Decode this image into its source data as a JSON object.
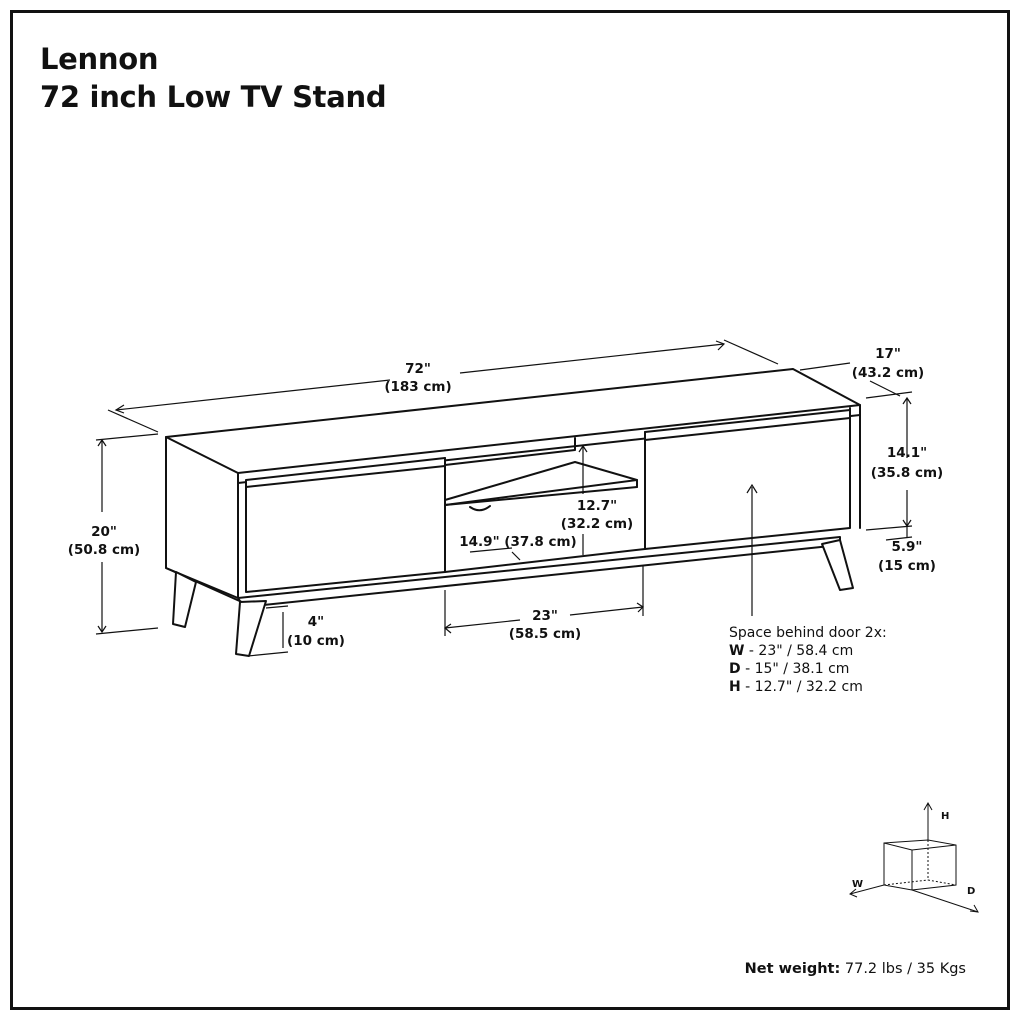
{
  "title": {
    "line1": "Lennon",
    "line2": "72 inch Low TV Stand"
  },
  "dimensions": {
    "width_in": "72\"",
    "width_cm": "(183 cm)",
    "depth_in": "17\"",
    "depth_cm": "(43.2 cm)",
    "height_in": "20\"",
    "height_cm": "(50.8 cm)",
    "cabinet_height_in": "14.1\"",
    "cabinet_height_cm": "(35.8 cm)",
    "leg_height_in": "5.9\"",
    "leg_height_cm": "(15 cm)",
    "shelf_height_in": "12.7\"",
    "shelf_height_cm": "(32.2 cm)",
    "shelf_depth": "14.9\" (37.8 cm)",
    "opening_width_in": "23\"",
    "opening_width_cm": "(58.5 cm)",
    "leg_width_in": "4\"",
    "leg_width_cm": "(10 cm)"
  },
  "door_space": {
    "heading": "Space behind door 2x:",
    "w_label": "W",
    "w_value": " - 23\" / 58.4 cm",
    "d_label": "D",
    "d_value": " - 15\" / 38.1 cm",
    "h_label": "H",
    "h_value": " - 12.7\" / 32.2 cm"
  },
  "axes": {
    "h": "H",
    "w": "W",
    "d": "D"
  },
  "weight": {
    "label": "Net weight:",
    "value": " 77.2 lbs / 35 Kgs"
  }
}
